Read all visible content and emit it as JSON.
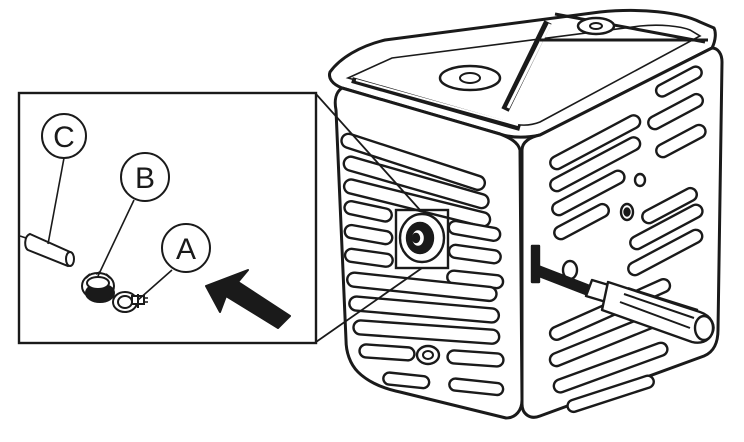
{
  "callouts": {
    "a": "A",
    "b": "B",
    "c": "C"
  },
  "colors": {
    "ink": "#1a1a1a",
    "paper": "#ffffff",
    "lightgray": "#d8d8d8",
    "midgray": "#a0a0a0"
  },
  "icons": {
    "arrow": "arrow-icon",
    "screwdriver": "screwdriver-icon"
  }
}
